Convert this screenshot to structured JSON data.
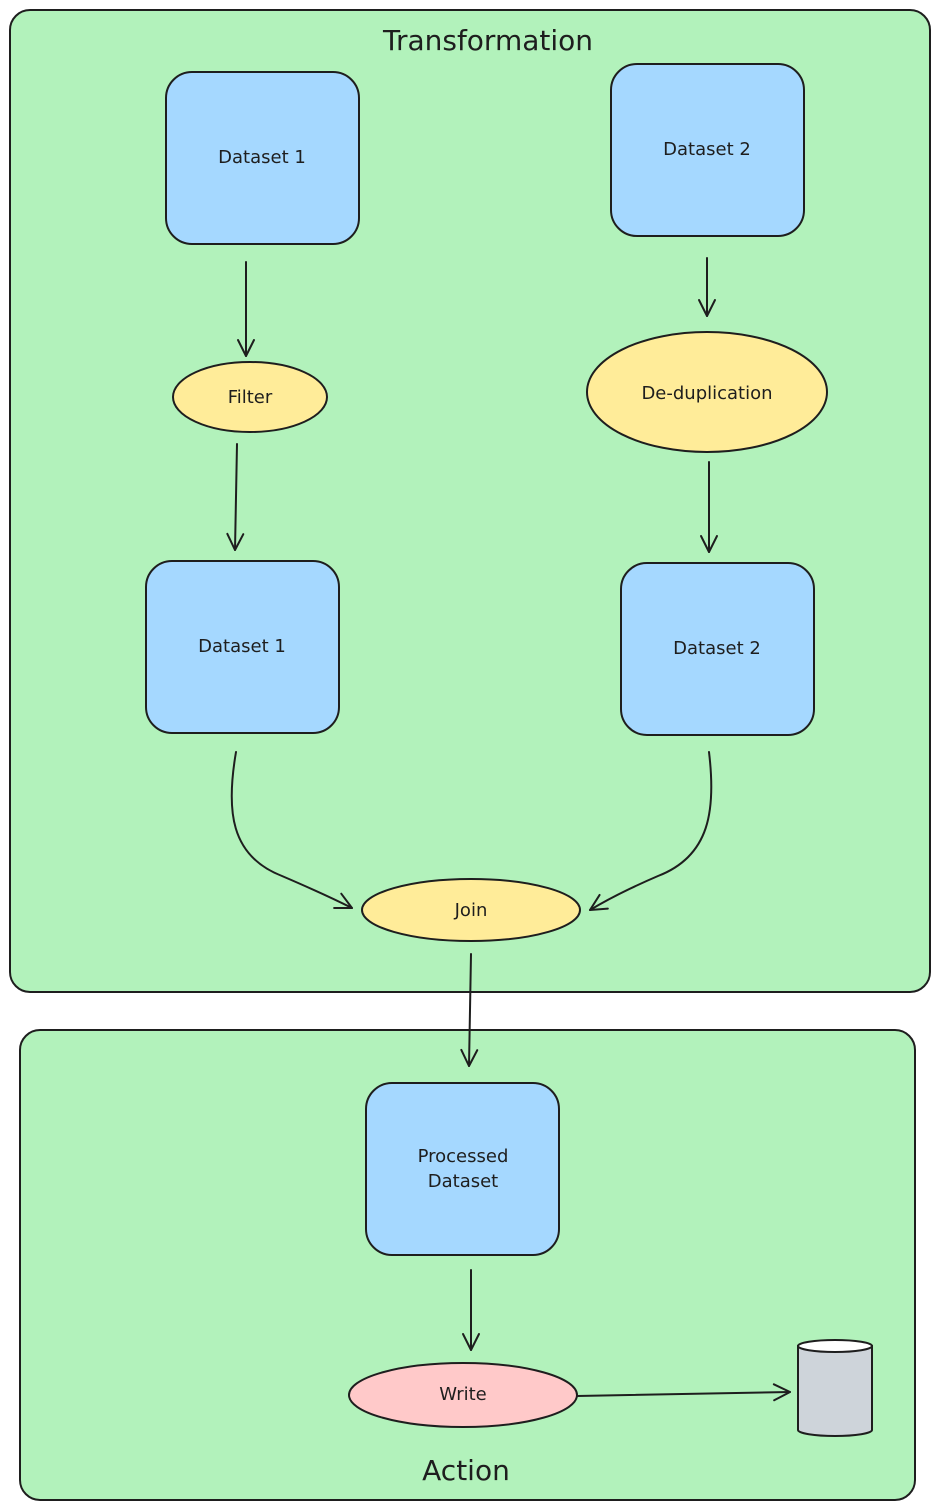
{
  "groups": {
    "transformation": {
      "title": "Transformation"
    },
    "action": {
      "title": "Action"
    }
  },
  "nodes": {
    "dataset1_input": {
      "label": "Dataset 1"
    },
    "dataset2_input": {
      "label": "Dataset 2"
    },
    "filter": {
      "label": "Filter"
    },
    "deduplication": {
      "label": "De-duplication"
    },
    "dataset1_filtered": {
      "label": "Dataset 1"
    },
    "dataset2_deduped": {
      "label": "Dataset 2"
    },
    "join": {
      "label": "Join"
    },
    "processed_dataset": {
      "line1": "Processed",
      "line2": "Dataset"
    },
    "write": {
      "label": "Write"
    },
    "storage": {
      "icon": "database-cylinder-icon"
    }
  },
  "colors": {
    "group_fill": "#b2f2bb",
    "dataset_fill": "#a5d8ff",
    "operation_fill": "#ffec99",
    "write_fill": "#ffc9c9",
    "storage_fill": "#ced4da",
    "stroke": "#1e1e1e"
  }
}
